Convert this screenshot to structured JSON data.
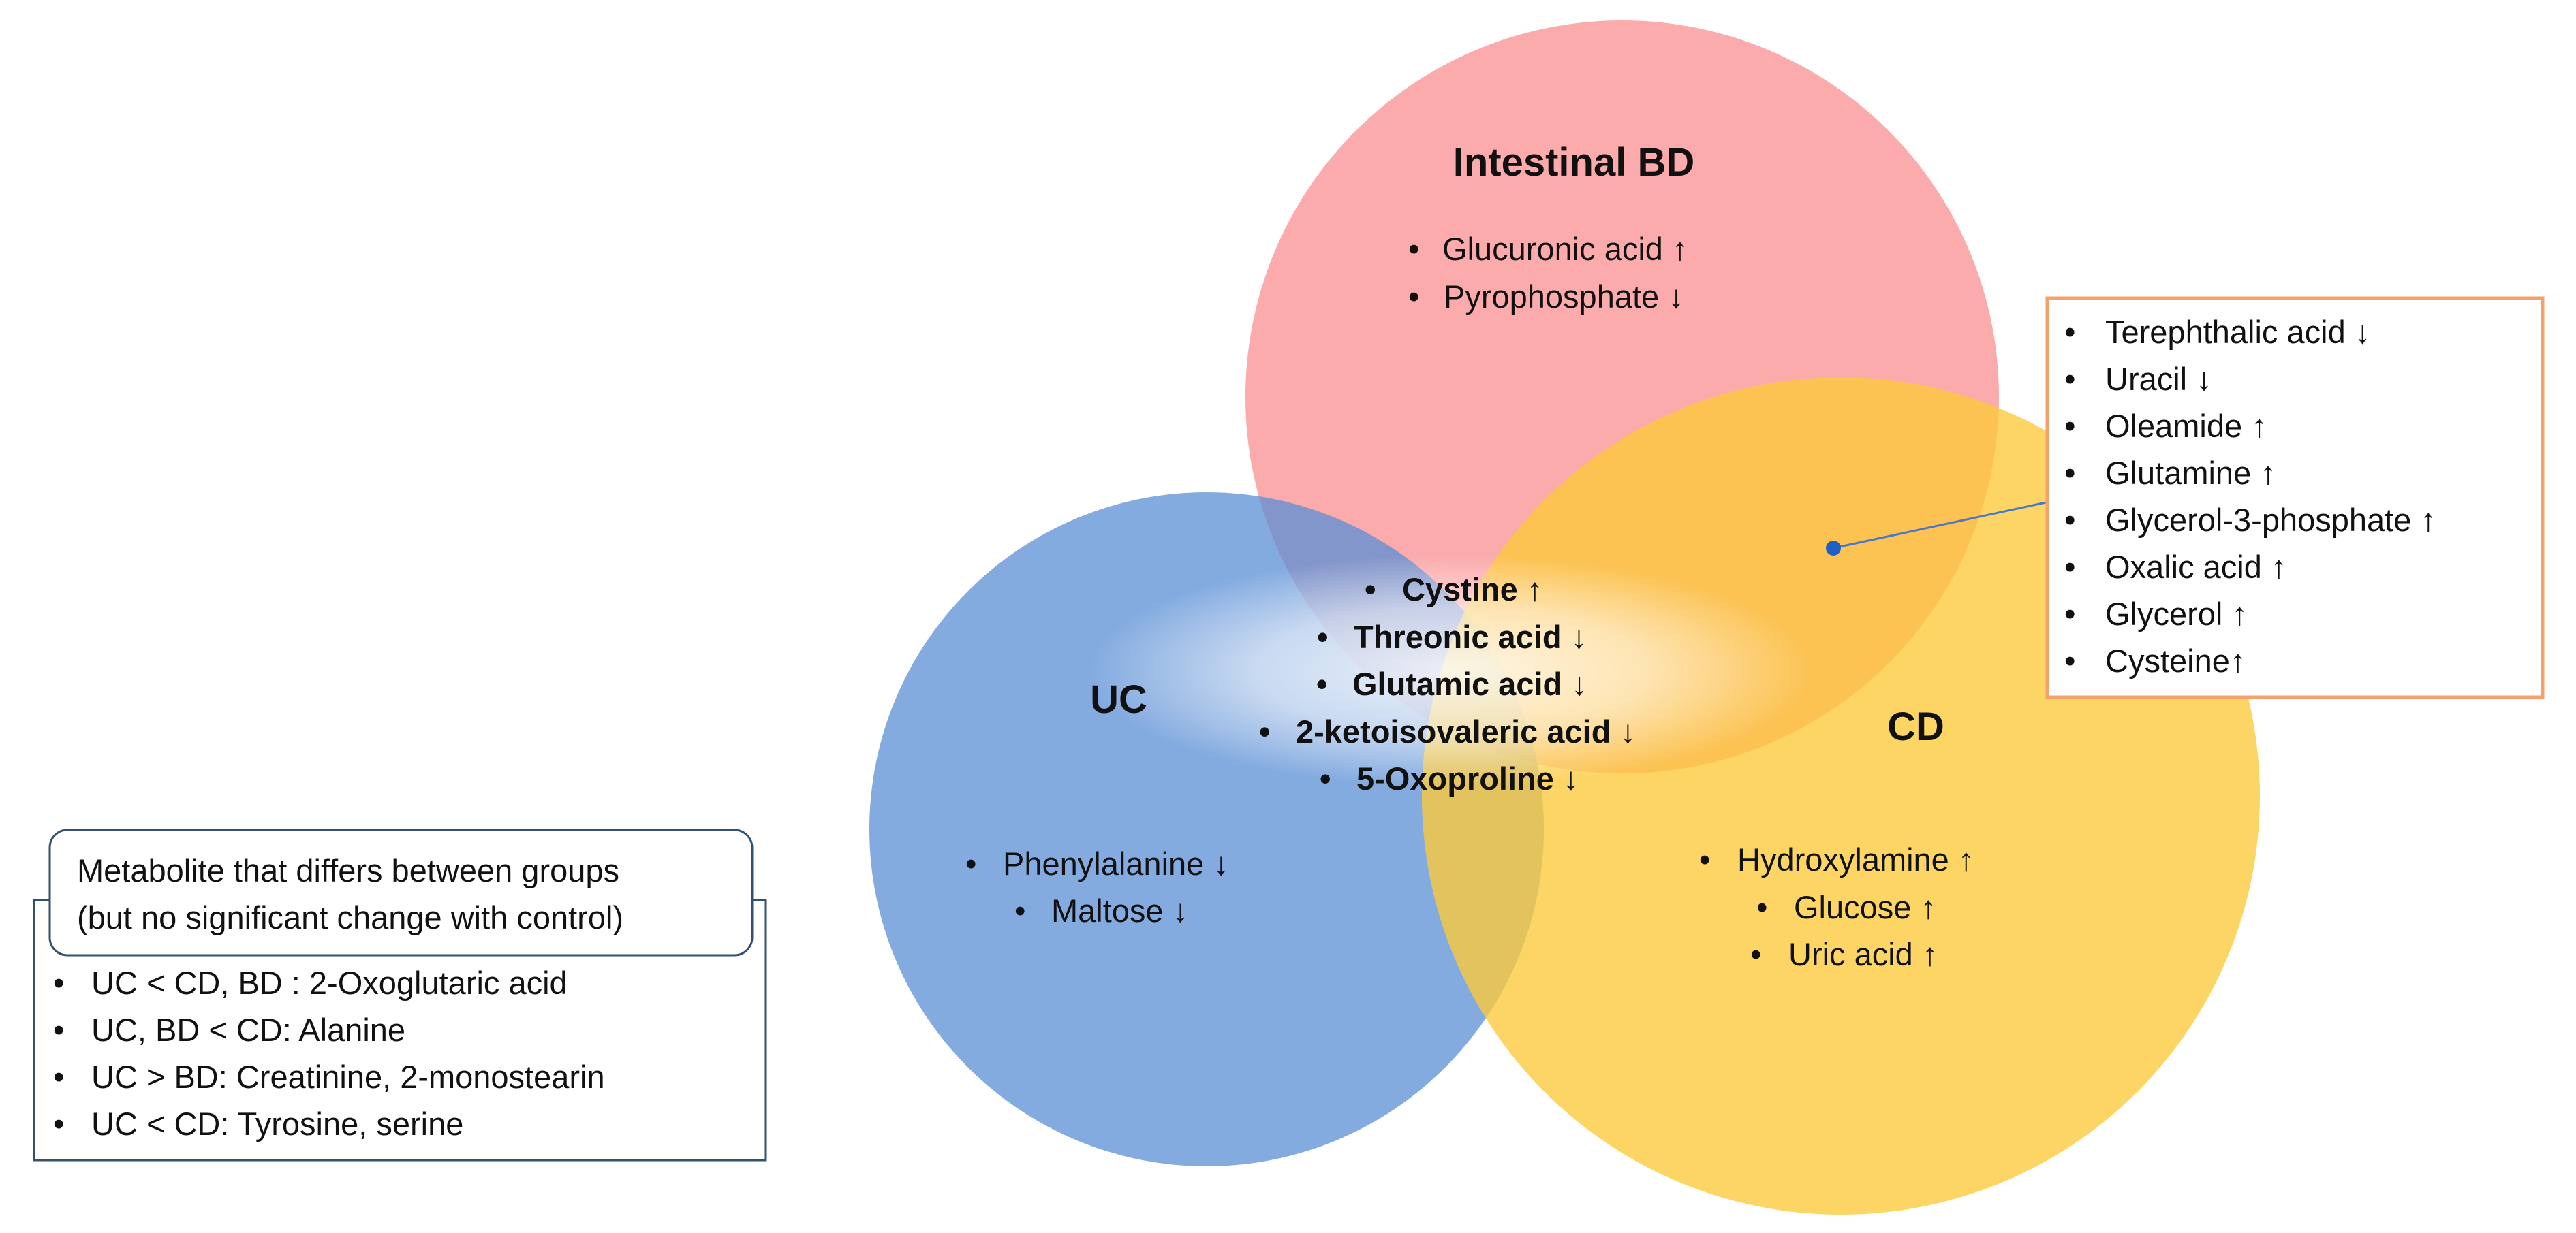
{
  "sets": [
    {
      "key": "bd",
      "label": "Intestinal BD",
      "color": "#f98b8b",
      "items": [
        "Glucuronic acid ↑",
        "Pyrophosphate ↓"
      ]
    },
    {
      "key": "uc",
      "label": "UC",
      "color": "#5b8fd6",
      "items": [
        "Phenylalanine ↓",
        "Maltose ↓"
      ]
    },
    {
      "key": "cd",
      "label": "CD",
      "color": "#fdc93a",
      "items": [
        "Hydroxylamine ↑",
        "Glucose ↑",
        "Uric acid ↑"
      ]
    }
  ],
  "center_items": [
    "Cystine ↑",
    "Threonic acid ↓",
    "Glutamic acid ↓",
    "2-ketoisovaleric acid ↓",
    "5-Oxoproline ↓"
  ],
  "bd_cd_overlap": {
    "border_color": "#f4a16c",
    "marker_color": "#1f5fc8",
    "items": [
      "Terephthalic acid ↓",
      "Uracil ↓",
      "Oleamide ↑",
      "Glutamine ↑",
      "Glycerol-3-phosphate ↑",
      "Oxalic acid ↑",
      "Glycerol ↑",
      "Cysteine↑"
    ]
  },
  "group_differences": {
    "header_line1": "Metabolite that differs between groups",
    "header_line2": "(but no significant change with control)",
    "border_color": "#33506e",
    "items": [
      "UC < CD, BD : 2-Oxoglutaric acid",
      "UC, BD < CD: Alanine",
      "UC > BD: Creatinine, 2-monostearin",
      "UC < CD: Tyrosine, serine"
    ]
  }
}
